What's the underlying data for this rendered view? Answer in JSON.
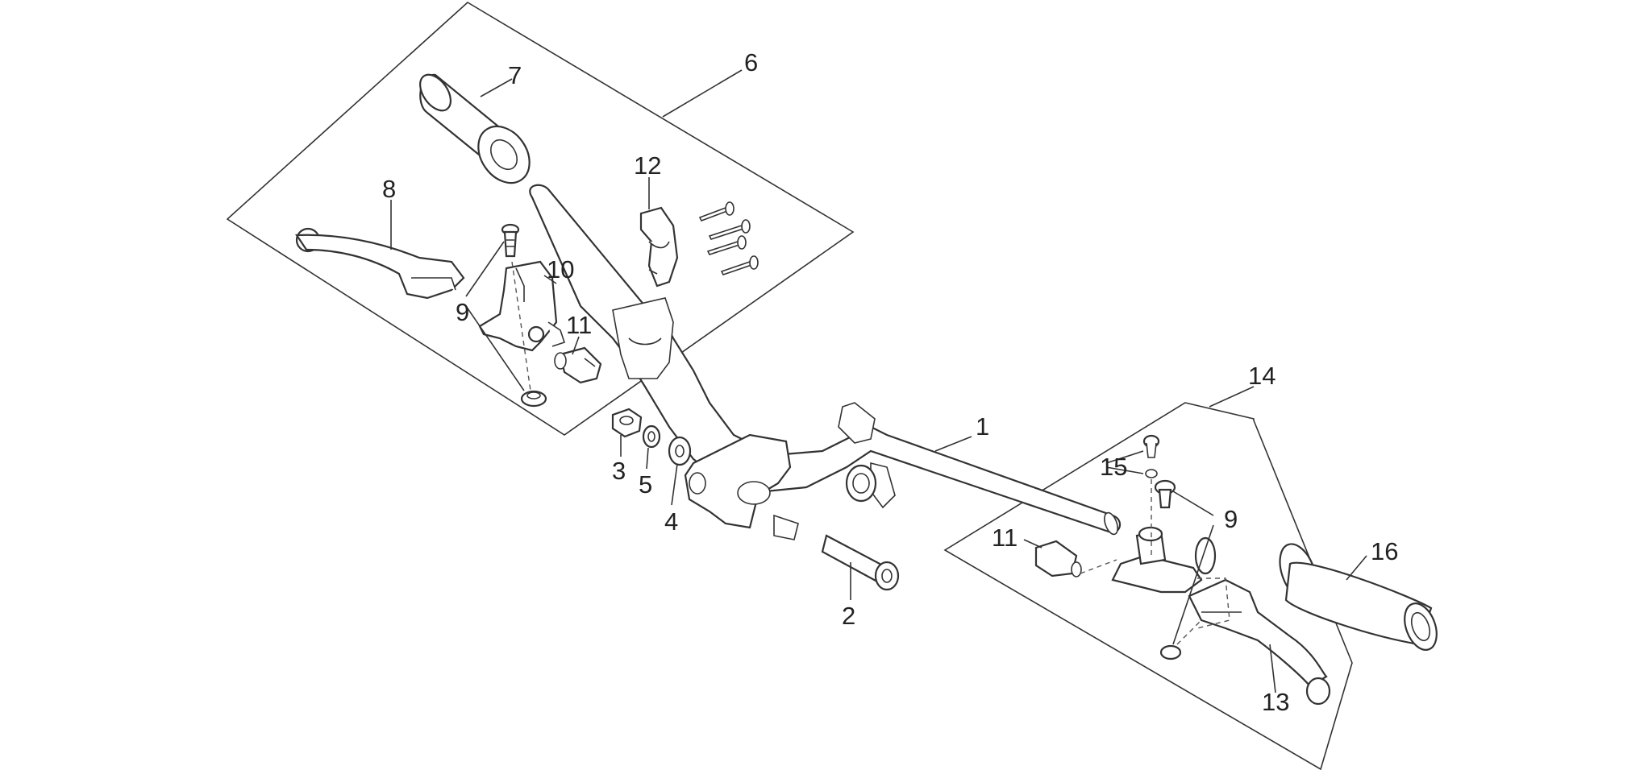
{
  "callouts": {
    "c1": "1",
    "c2": "2",
    "c3": "3",
    "c4": "4",
    "c5": "5",
    "c6": "6",
    "c7": "7",
    "c8": "8",
    "c9a": "9",
    "c9b": "9",
    "c10": "10",
    "c11a": "11",
    "c11b": "11",
    "c12": "12",
    "c13": "13",
    "c14": "14",
    "c15": "15",
    "c16": "16"
  },
  "colors": {
    "line": "#333333",
    "background": "#ffffff"
  }
}
